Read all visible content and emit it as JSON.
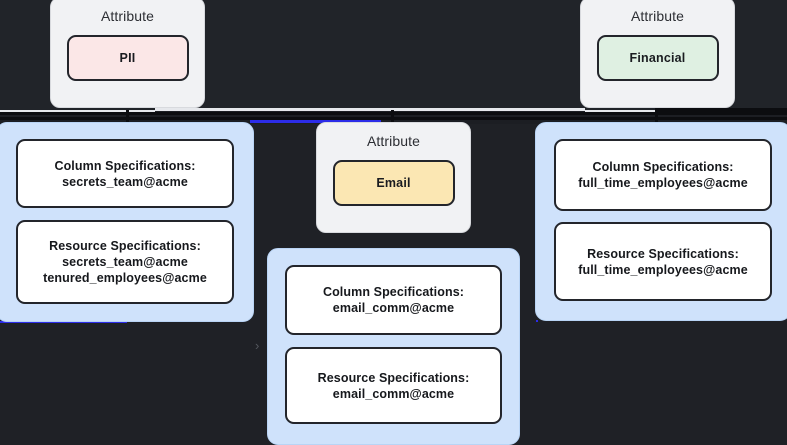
{
  "diagram": {
    "type": "attribute-lineage-graph",
    "background_color": "#1f2126",
    "accent_color": "#2c2ce8",
    "group_color": "#cfe2fb",
    "collapse_marker": "›",
    "attribute_nodes": [
      {
        "title": "Attribute",
        "chip_label": "PII",
        "chip_color": "#fbe7e7"
      },
      {
        "title": "Attribute",
        "chip_label": "Email",
        "chip_color": "#fbe7b3"
      },
      {
        "title": "Attribute",
        "chip_label": "Financial",
        "chip_color": "#dff0e2"
      }
    ],
    "spec_groups": [
      {
        "for_attribute": "PII",
        "boxes": [
          {
            "heading": "Column Specifications:",
            "values": [
              "secrets_team@acme"
            ]
          },
          {
            "heading": "Resource Specifications:",
            "values": [
              "secrets_team@acme",
              "tenured_employees@acme"
            ]
          }
        ]
      },
      {
        "for_attribute": "Email",
        "boxes": [
          {
            "heading": "Column Specifications:",
            "values": [
              "email_comm@acme"
            ]
          },
          {
            "heading": "Resource Specifications:",
            "values": [
              "email_comm@acme"
            ]
          }
        ]
      },
      {
        "for_attribute": "Financial",
        "boxes": [
          {
            "heading": "Column Specifications:",
            "values": [
              "full_time_employees@acme"
            ]
          },
          {
            "heading": "Resource Specifications:",
            "values": [
              "full_time_employees@acme"
            ]
          }
        ]
      }
    ]
  }
}
